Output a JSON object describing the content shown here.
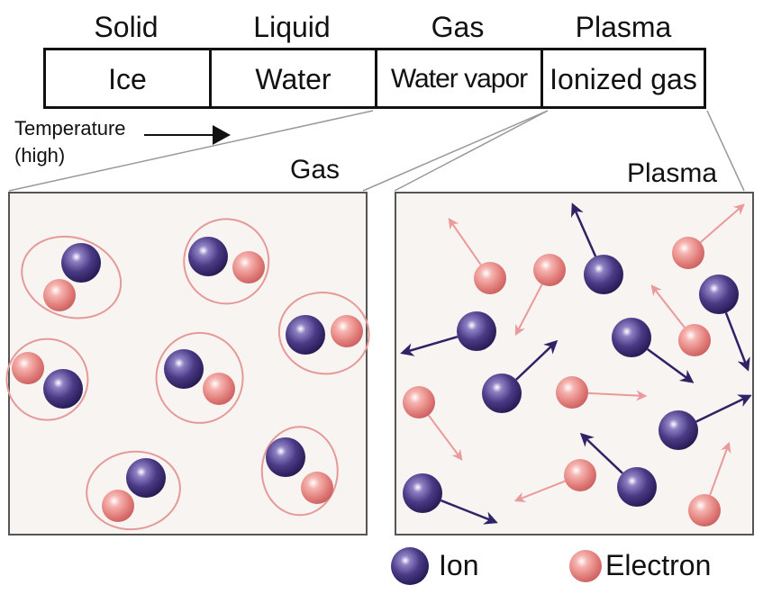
{
  "states": [
    {
      "heading": "Solid",
      "example": "Ice"
    },
    {
      "heading": "Liquid",
      "example": "Water"
    },
    {
      "heading": "Gas",
      "example": "Water vapor"
    },
    {
      "heading": "Plasma",
      "example": "Ionized gas"
    }
  ],
  "temperature": {
    "line1": "Temperature",
    "line2": "(high)"
  },
  "panels": {
    "gas_title": "Gas",
    "plasma_title": "Plasma"
  },
  "legend": {
    "ion": "Ion",
    "electron": "Electron"
  },
  "colors": {
    "ion": "#3b2a6e",
    "electron": "#e07e7e",
    "orbit": "#e59a9a",
    "ion_arrow": "#2e2366",
    "electron_arrow": "#ea9a9a"
  }
}
